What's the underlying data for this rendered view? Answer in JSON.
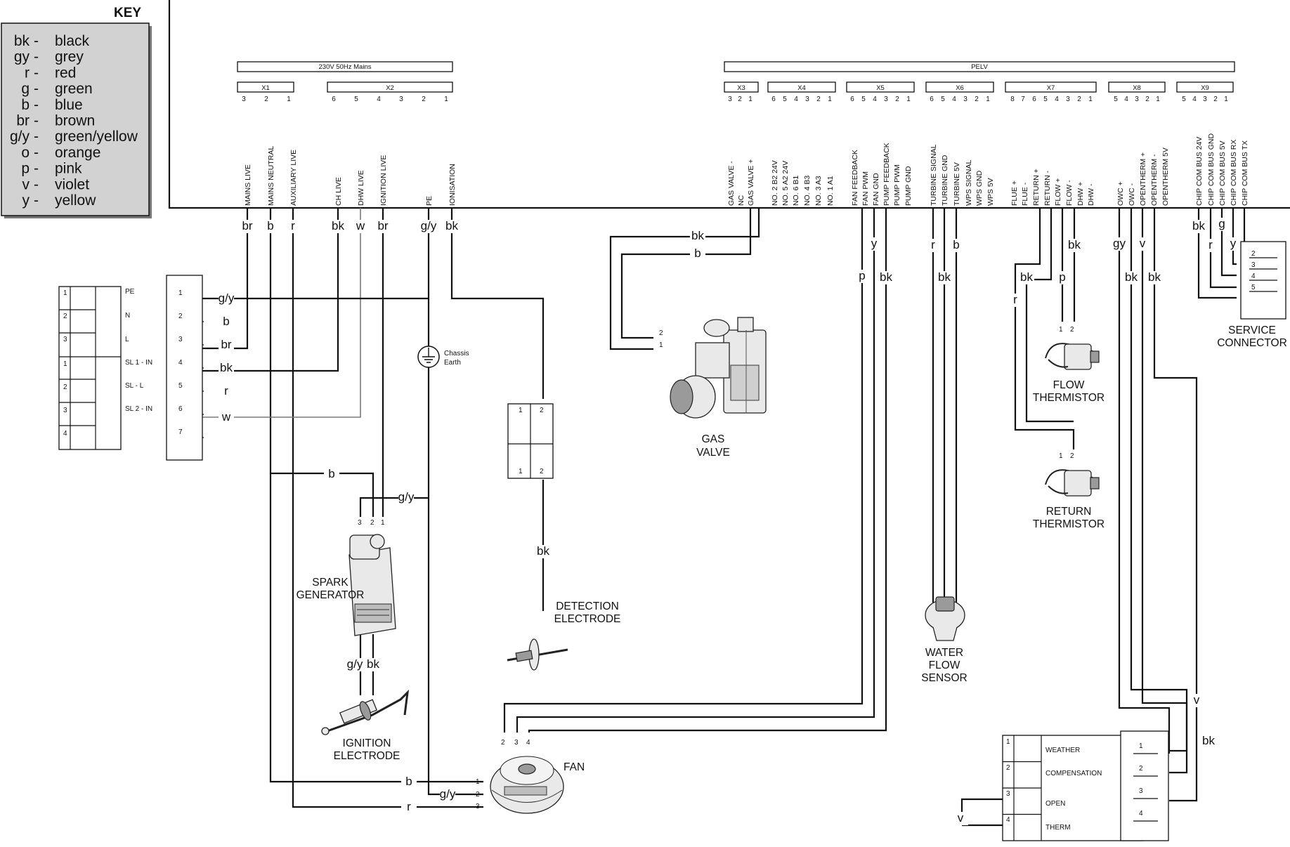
{
  "key": {
    "title": "KEY",
    "entries": [
      {
        "code": "bk",
        "name": "black"
      },
      {
        "code": "gy",
        "name": "grey"
      },
      {
        "code": "r",
        "name": "red"
      },
      {
        "code": "g",
        "name": "green"
      },
      {
        "code": "b",
        "name": "blue"
      },
      {
        "code": "br",
        "name": "brown"
      },
      {
        "code": "g/y",
        "name": "green/yellow"
      },
      {
        "code": "o",
        "name": "orange"
      },
      {
        "code": "p",
        "name": "pink"
      },
      {
        "code": "v",
        "name": "violet"
      },
      {
        "code": "y",
        "name": "yellow"
      }
    ]
  },
  "pcb": {
    "mains_label": "230V 50Hz Mains",
    "pelv_label": "PELV",
    "connectors": [
      {
        "name": "X1",
        "pins": [
          "3",
          "2",
          "1"
        ]
      },
      {
        "name": "X2",
        "pins": [
          "6",
          "5",
          "4",
          "3",
          "2",
          "1"
        ]
      },
      {
        "name": "X3",
        "pins": [
          "3",
          "2",
          "1"
        ]
      },
      {
        "name": "X4",
        "pins": [
          "6",
          "5",
          "4",
          "3",
          "2",
          "1"
        ]
      },
      {
        "name": "X5",
        "pins": [
          "6",
          "5",
          "4",
          "3",
          "2",
          "1"
        ]
      },
      {
        "name": "X6",
        "pins": [
          "6",
          "5",
          "4",
          "3",
          "2",
          "1"
        ]
      },
      {
        "name": "X7",
        "pins": [
          "8",
          "7",
          "6",
          "5",
          "4",
          "3",
          "2",
          "1"
        ]
      },
      {
        "name": "X8",
        "pins": [
          "5",
          "4",
          "3",
          "2",
          "1"
        ]
      },
      {
        "name": "X9",
        "pins": [
          "5",
          "4",
          "3",
          "2",
          "1"
        ]
      }
    ],
    "signals": [
      "MAINS LIVE",
      "MAINS NEUTRAL",
      "AUXILIARY LIVE",
      "CH LIVE",
      "DHW LIVE",
      "IGNITION LIVE",
      "PE",
      "IONISATION",
      "GAS VALVE -",
      "NC",
      "GAS VALVE +",
      "NO. 2 B2 24V",
      "NO. 5 A2 24V",
      "NO. 6 B1",
      "NO. 4 B3",
      "NO. 3 A3",
      "NO. 1 A1",
      "FAN FEEDBACK",
      "FAN PWM",
      "FAN GND",
      "PUMP FEEDBACK",
      "PUMP PWM",
      "PUMP GND",
      "TURBINE SIGNAL",
      "TURBINE GND",
      "TURBINE 5V",
      "WPS SIGNAL",
      "WPS GND",
      "WPS 5V",
      "FLUE +",
      "FLUE -",
      "RETURN +",
      "RETURN -",
      "FLOW +",
      "FLOW -",
      "DHW +",
      "DHW -",
      "OWC +",
      "OWC -",
      "OPENTHERM +",
      "OPENTHERM -",
      "OPENTHERM 5V",
      "CHIP COM BUS 24V",
      "CHIP COM BUS GND",
      "CHIP COM BUS 5V",
      "CHIP COM BUS RX",
      "CHIP COM BUS TX"
    ]
  },
  "wire_labels": {
    "top_left": [
      "br",
      "b",
      "r",
      "bk",
      "w",
      "br",
      "g/y",
      "bk"
    ],
    "gas_valve": [
      "bk",
      "b"
    ],
    "x5": [
      "y",
      "p",
      "bk"
    ],
    "x6": [
      "r",
      "b",
      "bk"
    ],
    "x7": [
      "bk",
      "p",
      "bk",
      "r"
    ],
    "x8": [
      "gy",
      "v",
      "bk",
      "bk",
      "v",
      "bk"
    ],
    "x9": [
      "bk",
      "r",
      "g",
      "y"
    ],
    "terminal_block": [
      "g/y",
      "b",
      "br",
      "bk",
      "r",
      "w"
    ],
    "spark": [
      "b",
      "g/y"
    ],
    "ignition": [
      "g/y",
      "bk"
    ],
    "fan": [
      "b",
      "g/y",
      "r"
    ],
    "detection": [
      "bk"
    ],
    "openterm": [
      "v"
    ]
  },
  "terminal_left": {
    "labels": [
      "PE",
      "N",
      "L",
      "SL 1 - IN",
      "SL - L",
      "SL 2 - IN"
    ],
    "numbers": [
      "1",
      "2",
      "3",
      "1",
      "2",
      "3",
      "4"
    ]
  },
  "terminal_block_pins": [
    "1",
    "2",
    "3",
    "4",
    "5",
    "6",
    "7"
  ],
  "components": {
    "chassis_earth": "Chassis\nEarth",
    "gas_valve": [
      "GAS",
      "VALVE"
    ],
    "gas_valve_pins": [
      "2",
      "1"
    ],
    "spark_generator": [
      "SPARK",
      "GENERATOR"
    ],
    "spark_pins": [
      "3",
      "2",
      "1"
    ],
    "ignition_electrode": [
      "IGNITION",
      "ELECTRODE"
    ],
    "detection_electrode": [
      "DETECTION",
      "ELECTRODE"
    ],
    "fan": "FAN",
    "fan_pins": [
      "2",
      "3",
      "4"
    ],
    "fan_side_pins": [
      "1",
      "2",
      "3"
    ],
    "water_flow_sensor": [
      "WATER",
      "FLOW",
      "SENSOR"
    ],
    "flow_thermistor": [
      "FLOW",
      "THERMISTOR"
    ],
    "return_thermistor": [
      "RETURN",
      "THERMISTOR"
    ],
    "thermistor_pins": [
      "1",
      "2"
    ],
    "service_connector": [
      "SERVICE",
      "CONNECTOR"
    ],
    "service_pins": [
      "2",
      "3",
      "4",
      "5"
    ],
    "weather_block": {
      "numbers": [
        "1",
        "2",
        "3",
        "4"
      ],
      "labels": [
        "WEATHER",
        "COMPENSATION",
        "OPEN",
        "THERM"
      ]
    },
    "owc_block_pins": [
      "1",
      "2",
      "3",
      "4"
    ],
    "relay_pins": [
      "1",
      "2",
      "1",
      "2"
    ]
  }
}
